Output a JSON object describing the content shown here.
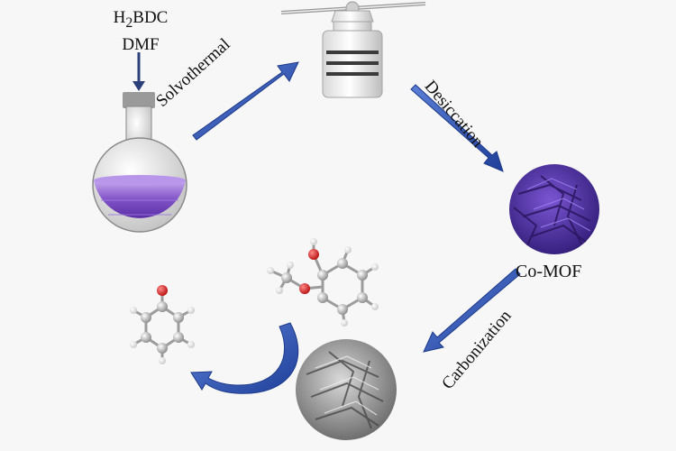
{
  "reagents": {
    "line1_prefix": "H",
    "line1_sub": "2",
    "line1_suffix": "BDC",
    "line2": "DMF"
  },
  "steps": {
    "solvothermal": "Solvothermal",
    "desiccation": "Desiccation",
    "carbonization": "Carbonization"
  },
  "product": {
    "comof": "Co-MOF"
  },
  "colors": {
    "arrow_blue": "#2f56b8",
    "liquid_purple": "#7a4cc4",
    "mof_purple": "#5a35b0",
    "carbon_gray": "#8c8c8c",
    "oxygen_red": "#d21e1e",
    "carbon_atom": "#a8a8a8"
  }
}
